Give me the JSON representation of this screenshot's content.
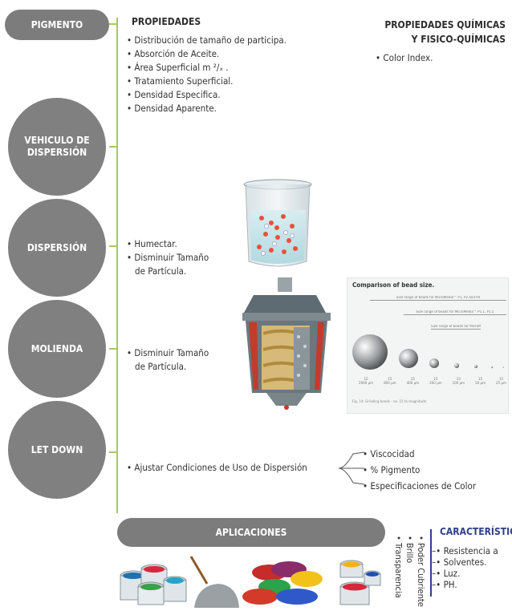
{
  "stages": {
    "pigmento": "PIGMENTO",
    "vehiculo": "VEHICULO DE\nDISPERSIÓN",
    "dispersion": "DISPERSIÓN",
    "molienda": "MOLIENDA",
    "letdown": "LET DOWN",
    "aplicaciones": "APLICACIONES"
  },
  "propiedades": {
    "title": "PROPIEDADES",
    "items": [
      "Distribución de tamaño de participa.",
      "Absorción de Aceite.",
      "Área Superficial m ²/ₓ .",
      "Tratamiento Superficial.",
      "Densidad Especifica.",
      "Densidad Aparente."
    ]
  },
  "quimicas": {
    "title_line1": "PROPIEDADES QUÍMICAS",
    "title_line2": "Y FISICO-QUÍMICAS",
    "items": [
      "Color Index."
    ]
  },
  "dispersion_notes": [
    "Humectar.",
    "Disminuir Tamaño",
    "de Partícula."
  ],
  "molienda_notes": [
    "Disminuir Tamaño",
    "de Partícula."
  ],
  "letdown": {
    "main": "Ajustar Condiciones de Uso de Dispersión",
    "branches": [
      "Viscocidad",
      "% Pigmento",
      "Especificaciones de Color"
    ]
  },
  "aplicaciones": {
    "vertical": [
      "Poder Cubriente",
      "Brillo",
      "Transparencia"
    ],
    "caracteristicas_title": "CARACTERÍSTIC",
    "caracteristicas": [
      "Resistencia a",
      "Solventes.",
      "Luz.",
      "PH."
    ]
  },
  "comparison": {
    "title": "Comparison of bead size.",
    "ranges": [
      "Size range of beads for MicroMedia™ P1, P2 and P4",
      "Size range of beads for MicroMedia™ P1.1, P1.5",
      "Size range of beads for MicroMedia™ P1, 1.2"
    ],
    "labels": [
      "12\n2000 µm",
      "15\n800 µm",
      "15\n400 µm",
      "15\n200 µm",
      "15\n100 µm",
      "15\n50 µm",
      "15\n25 µm"
    ],
    "caption": "Fig. 14: Grinding beads - no. 15 to magnitude"
  },
  "colors": {
    "pill": "#7c7c7c",
    "circle": "#808080",
    "line": "#a8c76a"
  }
}
